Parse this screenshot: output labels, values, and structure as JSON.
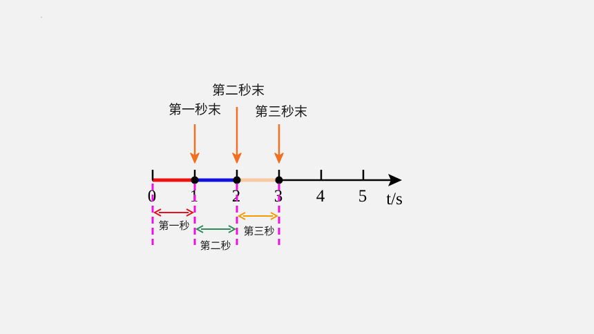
{
  "diagram": {
    "axis_unit": "t/s",
    "ticks": [
      "0",
      "1",
      "2",
      "3",
      "4",
      "5"
    ],
    "callouts": [
      {
        "label": "第一秒末",
        "time": 1,
        "color": "#f07020"
      },
      {
        "label": "第二秒末",
        "time": 2,
        "color": "#f07020"
      },
      {
        "label": "第三秒末",
        "time": 3,
        "color": "#f07020"
      }
    ],
    "segments": [
      {
        "from": 0,
        "to": 1,
        "color": "#ee1111"
      },
      {
        "from": 1,
        "to": 2,
        "color": "#1111dd"
      },
      {
        "from": 2,
        "to": 3,
        "color": "#f6c9a0"
      }
    ],
    "intervals": [
      {
        "label": "第一秒",
        "from": 0,
        "to": 1,
        "color": "#e8101a"
      },
      {
        "label": "第二秒",
        "from": 1,
        "to": 2,
        "color": "#2e8b57"
      },
      {
        "label": "第三秒",
        "from": 2,
        "to": 3,
        "color": "#f59a00"
      }
    ],
    "guide_color": "#ee11dd",
    "axis_color": "#000000"
  }
}
